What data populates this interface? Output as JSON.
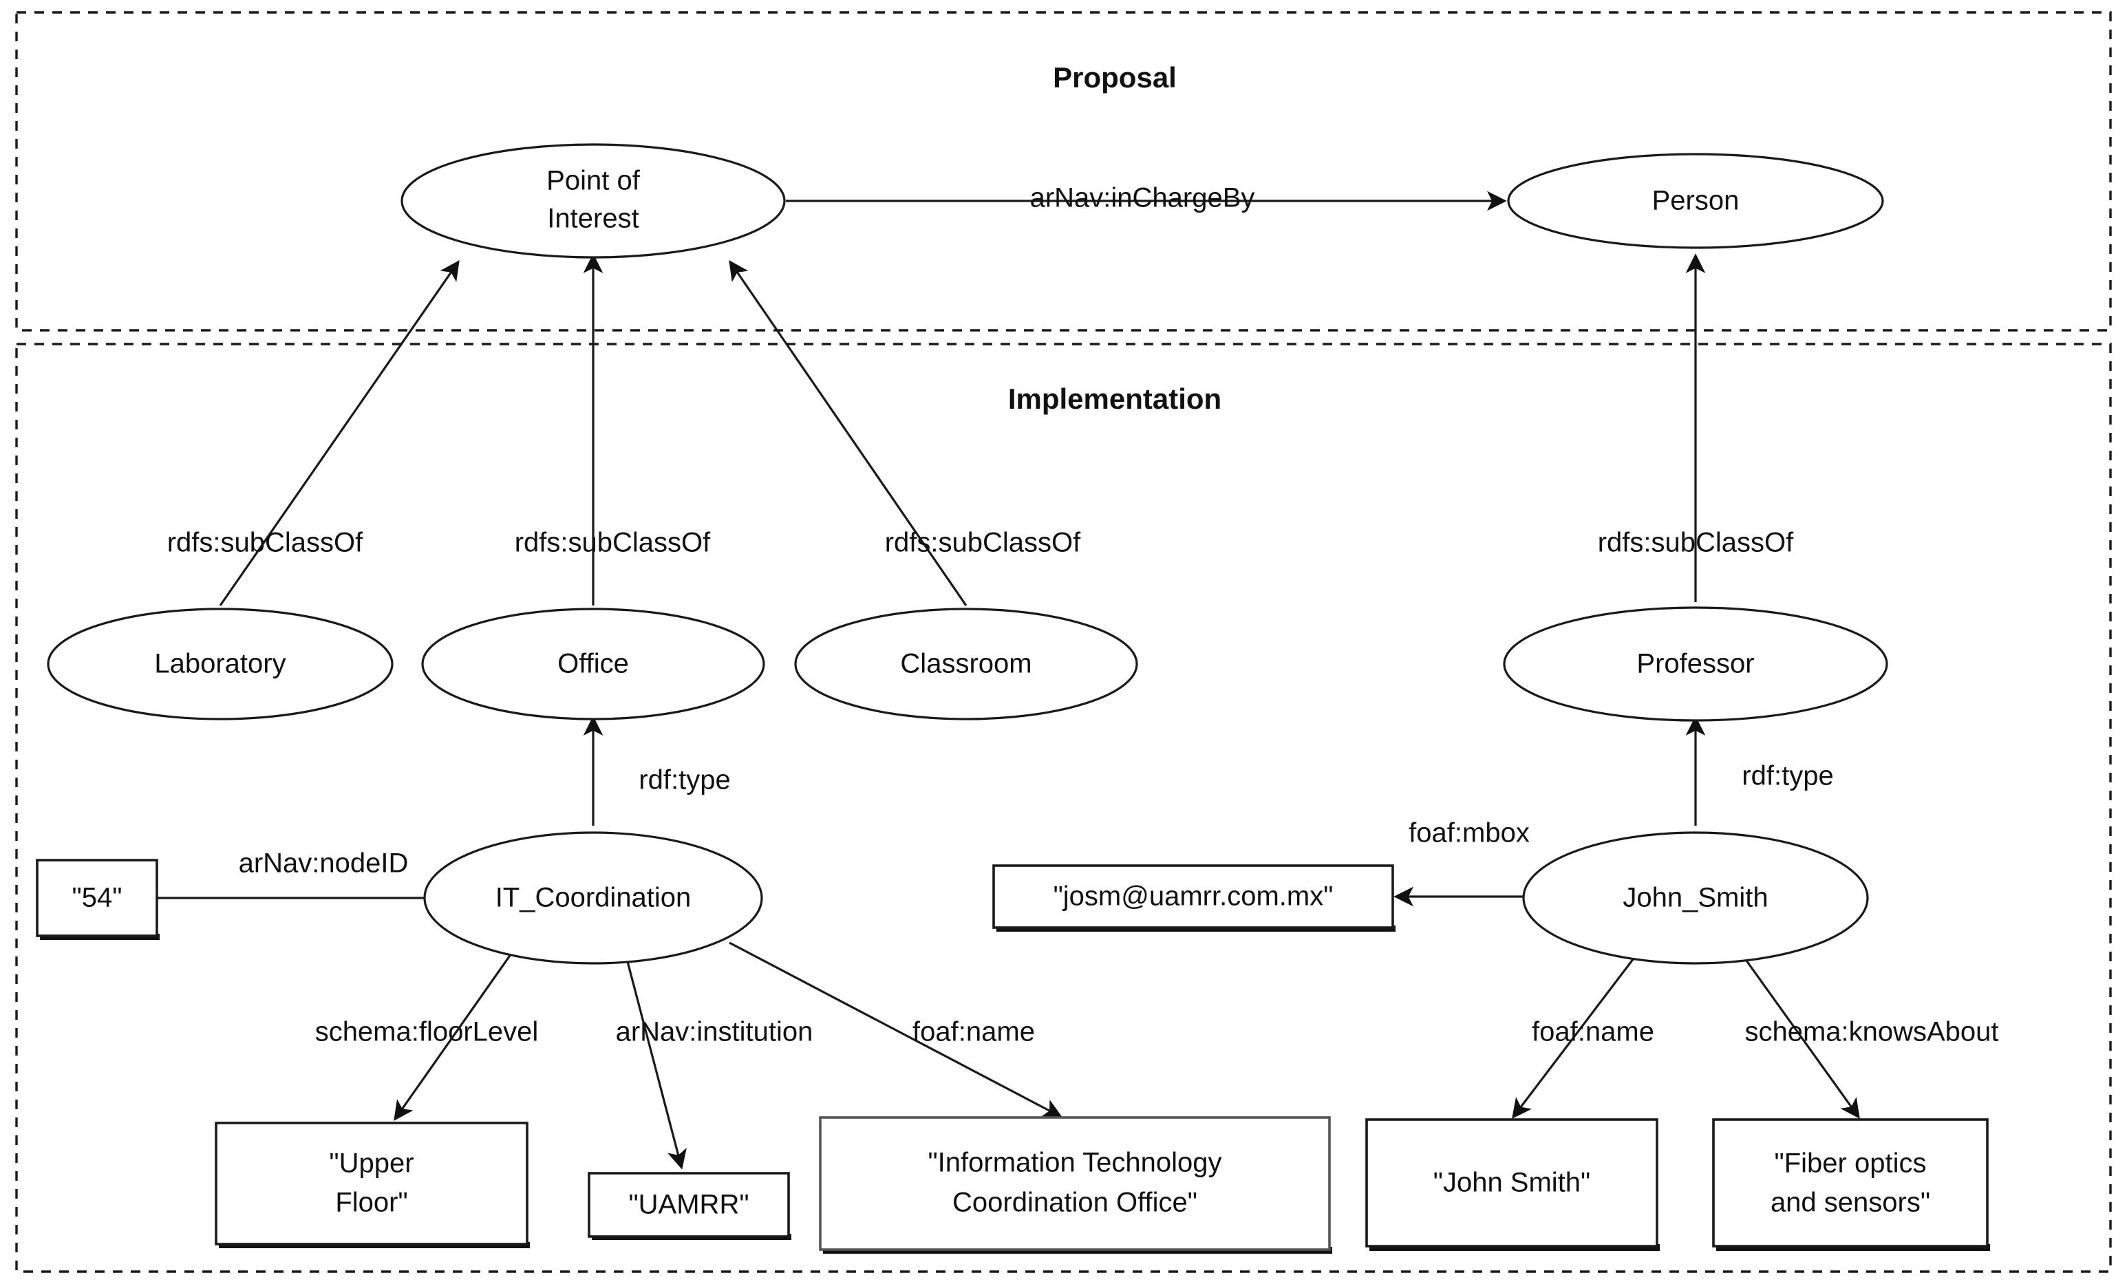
{
  "diagram": {
    "title_top": "Proposal",
    "title_bottom": "Implementation",
    "groups": [
      {
        "id": "proposal",
        "label": "Proposal"
      },
      {
        "id": "implementation",
        "label": "Implementation"
      }
    ],
    "classes": [
      {
        "id": "poi",
        "label_line1": "Point of",
        "label_line2": "Interest"
      },
      {
        "id": "person",
        "label_line1": "Person",
        "label_line2": ""
      },
      {
        "id": "laboratory",
        "label_line1": "Laboratory",
        "label_line2": ""
      },
      {
        "id": "office",
        "label_line1": "Office",
        "label_line2": ""
      },
      {
        "id": "classroom",
        "label_line1": "Classroom",
        "label_line2": ""
      },
      {
        "id": "professor",
        "label_line1": "Professor",
        "label_line2": ""
      }
    ],
    "instances": [
      {
        "id": "it_coordination",
        "label": "IT_Coordination"
      },
      {
        "id": "john_smith",
        "label": "John_Smith"
      }
    ],
    "literals": [
      {
        "id": "lit-54",
        "line1": "\"54\"",
        "line2": ""
      },
      {
        "id": "lit-mbox",
        "line1": "\"josm@uamrr.com.mx\"",
        "line2": ""
      },
      {
        "id": "lit-upper-floor",
        "line1": "\"Upper",
        "line2": "Floor\""
      },
      {
        "id": "lit-uamrr",
        "line1": "\"UAMRR\"",
        "line2": ""
      },
      {
        "id": "lit-it-office",
        "line1": "\"Information Technology",
        "line2": "Coordination Office\""
      },
      {
        "id": "lit-john-smith-name",
        "line1": "\"John Smith\"",
        "line2": ""
      },
      {
        "id": "lit-fiber",
        "line1": "\"Fiber optics",
        "line2": "and sensors\""
      }
    ],
    "edges": [
      {
        "id": "e-incharge",
        "label": "arNav:inChargeBy",
        "from": "poi",
        "to": "person"
      },
      {
        "id": "e-lab-sub",
        "label": "rdfs:subClassOf",
        "from": "laboratory",
        "to": "poi"
      },
      {
        "id": "e-office-sub",
        "label": "rdfs:subClassOf",
        "from": "office",
        "to": "poi"
      },
      {
        "id": "e-classroom-sub",
        "label": "rdfs:subClassOf",
        "from": "classroom",
        "to": "poi"
      },
      {
        "id": "e-professor-sub",
        "label": "rdfs:subClassOf",
        "from": "professor",
        "to": "person"
      },
      {
        "id": "e-itc-type",
        "label": "rdf:type",
        "from": "it_coordination",
        "to": "office"
      },
      {
        "id": "e-itc-nodeid",
        "label": "arNav:nodeID",
        "from": "it_coordination",
        "to": "lit-54"
      },
      {
        "id": "e-itc-floor",
        "label": "schema:floorLevel",
        "from": "it_coordination",
        "to": "lit-upper-floor"
      },
      {
        "id": "e-itc-inst",
        "label": "arNav:institution",
        "from": "it_coordination",
        "to": "lit-uamrr"
      },
      {
        "id": "e-itc-name",
        "label": "foaf:name",
        "from": "it_coordination",
        "to": "lit-it-office"
      },
      {
        "id": "e-js-type",
        "label": "rdf:type",
        "from": "john_smith",
        "to": "professor"
      },
      {
        "id": "e-js-mbox",
        "label": "foaf:mbox",
        "from": "john_smith",
        "to": "lit-mbox"
      },
      {
        "id": "e-js-name",
        "label": "foaf:name",
        "from": "john_smith",
        "to": "lit-john-smith-name"
      },
      {
        "id": "e-js-knows",
        "label": "schema:knowsAbout",
        "from": "john_smith",
        "to": "lit-fiber"
      }
    ],
    "colors": {
      "stroke": "#1a1a1a",
      "background": "#ffffff",
      "text": "#111111"
    }
  }
}
